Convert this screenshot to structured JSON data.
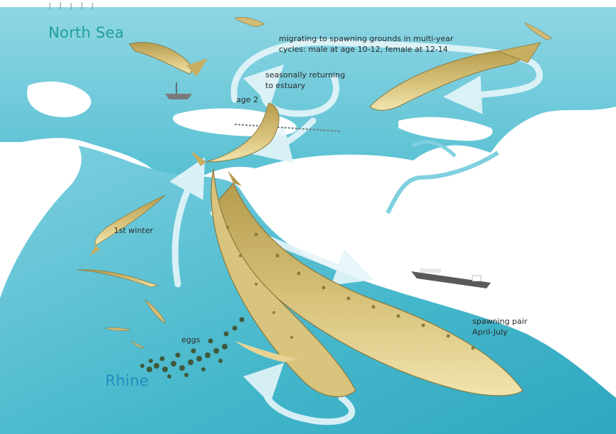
{
  "regions": {
    "north_sea": "North Sea",
    "rhine": "Rhine"
  },
  "labels": {
    "migrating_line1": "migrating to spawning grounds in multi-year",
    "migrating_line2": "cycles: male at age 10-12, female at 12-14",
    "returning_line1": "seasonally returning",
    "returning_line2": "to estuary",
    "age2": "age 2",
    "first_winter": "1st winter",
    "eggs": "eggs",
    "spawning_line1": "spawning pair",
    "spawning_line2": "April-July"
  },
  "colors": {
    "sea": "#7fd0e0",
    "deep_sea": "#3ab3cc",
    "land": "#ffffff",
    "arrow": "#dff3f7",
    "fish_body": "#c9b266",
    "fish_belly": "#efe1a8",
    "fish_scute": "#8a7a3e",
    "region_label": "#1e9fb8",
    "egg": "#3f5a3c"
  },
  "icons": {
    "ship": "ship-icon",
    "windmill": "windmill-icon",
    "dam": "dam-icon"
  }
}
